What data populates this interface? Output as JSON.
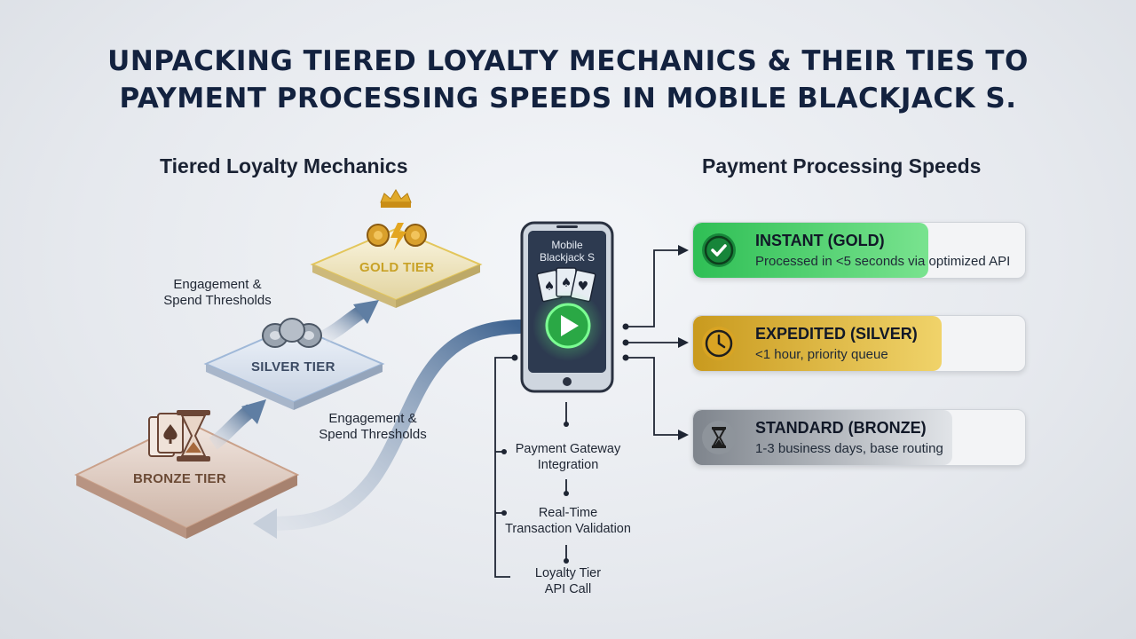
{
  "title": {
    "line1": "UNPACKING TIERED LOYALTY MECHANICS & THEIR TIES TO",
    "line2": "PAYMENT PROCESSING SPEEDS IN MOBILE BLACKJACK S."
  },
  "left": {
    "heading": "Tiered Loyalty Mechanics",
    "tiers": [
      {
        "label": "GOLD TIER",
        "color": "#c9a227"
      },
      {
        "label": "SILVER TIER",
        "color": "#3b4a63"
      },
      {
        "label": "BRONZE TIER",
        "color": "#6b4a35"
      }
    ],
    "threshold_note_1": [
      "Engagement &",
      "Spend Thresholds"
    ],
    "threshold_note_2": [
      "Engagement &",
      "Spend Thresholds"
    ]
  },
  "phone": {
    "line1": "Mobile",
    "line2": "Blackjack S",
    "play_icon": "play-icon"
  },
  "flow_steps": [
    [
      "Payment Gateway",
      "Integration"
    ],
    [
      "Real-Time",
      "Transaction Validation"
    ],
    [
      "Loyalty Tier",
      "API Call"
    ]
  ],
  "right": {
    "heading": "Payment Processing Speeds",
    "cards": [
      {
        "title": "INSTANT (GOLD)",
        "desc": "Processed in <5 seconds via optimized API",
        "icon": "check-icon",
        "color": "#2ec25a"
      },
      {
        "title": "EXPEDITED (SILVER)",
        "desc": "<1 hour, priority queue",
        "icon": "clock-icon",
        "color": "#d8b13a"
      },
      {
        "title": "STANDARD (BRONZE)",
        "desc": "1-3 business days, base routing",
        "icon": "hourglass-icon",
        "color": "#8a8f96"
      }
    ]
  }
}
